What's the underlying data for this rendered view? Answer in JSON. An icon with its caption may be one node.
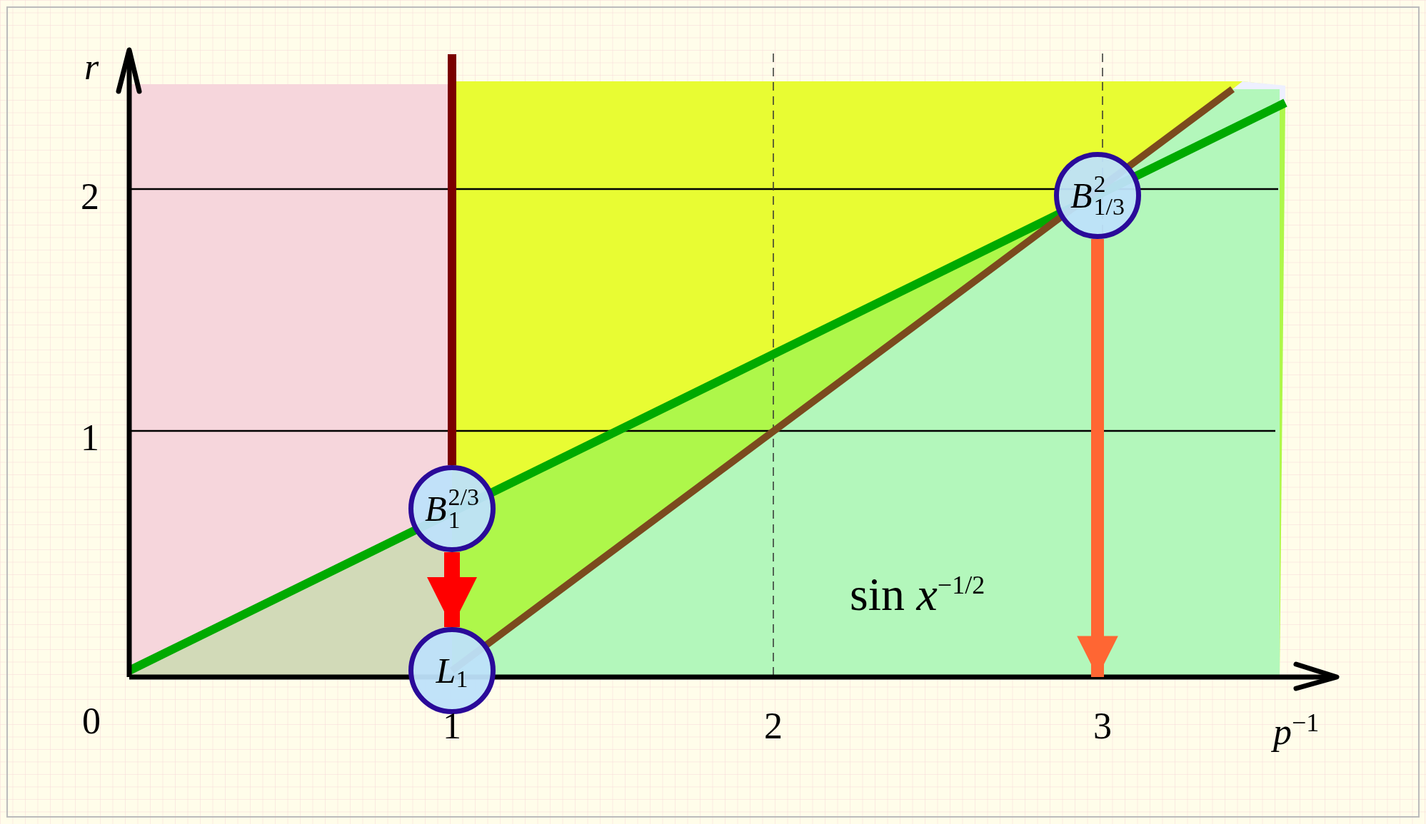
{
  "diagram": {
    "nodes": [
      {
        "text": [
          "*B*$^{2/3}$$_{1}$"
        ]
      },
      {
        "text": [
          "*L*$_{1}$"
        ]
      },
      {
        "text": [
          "*B*$^{2}$$_{1/3}$"
        ]
      }
    ],
    "edges": [
      {
        "from": null,
        "to": 0,
        "arrow": "none",
        "color": "#7a0000"
      },
      {
        "from": 0,
        "to": 1,
        "arrow": "to",
        "color": "#ff0000"
      },
      {
        "from": 2,
        "to": null,
        "arrow": "to",
        "color": "#ff6633"
      }
    ],
    "labels": [
      "r",
      "2",
      "1",
      "sin *x*$^{−1/2}$",
      "0",
      "1",
      "2",
      "3",
      "*p*$^{−1}$"
    ]
  }
}
